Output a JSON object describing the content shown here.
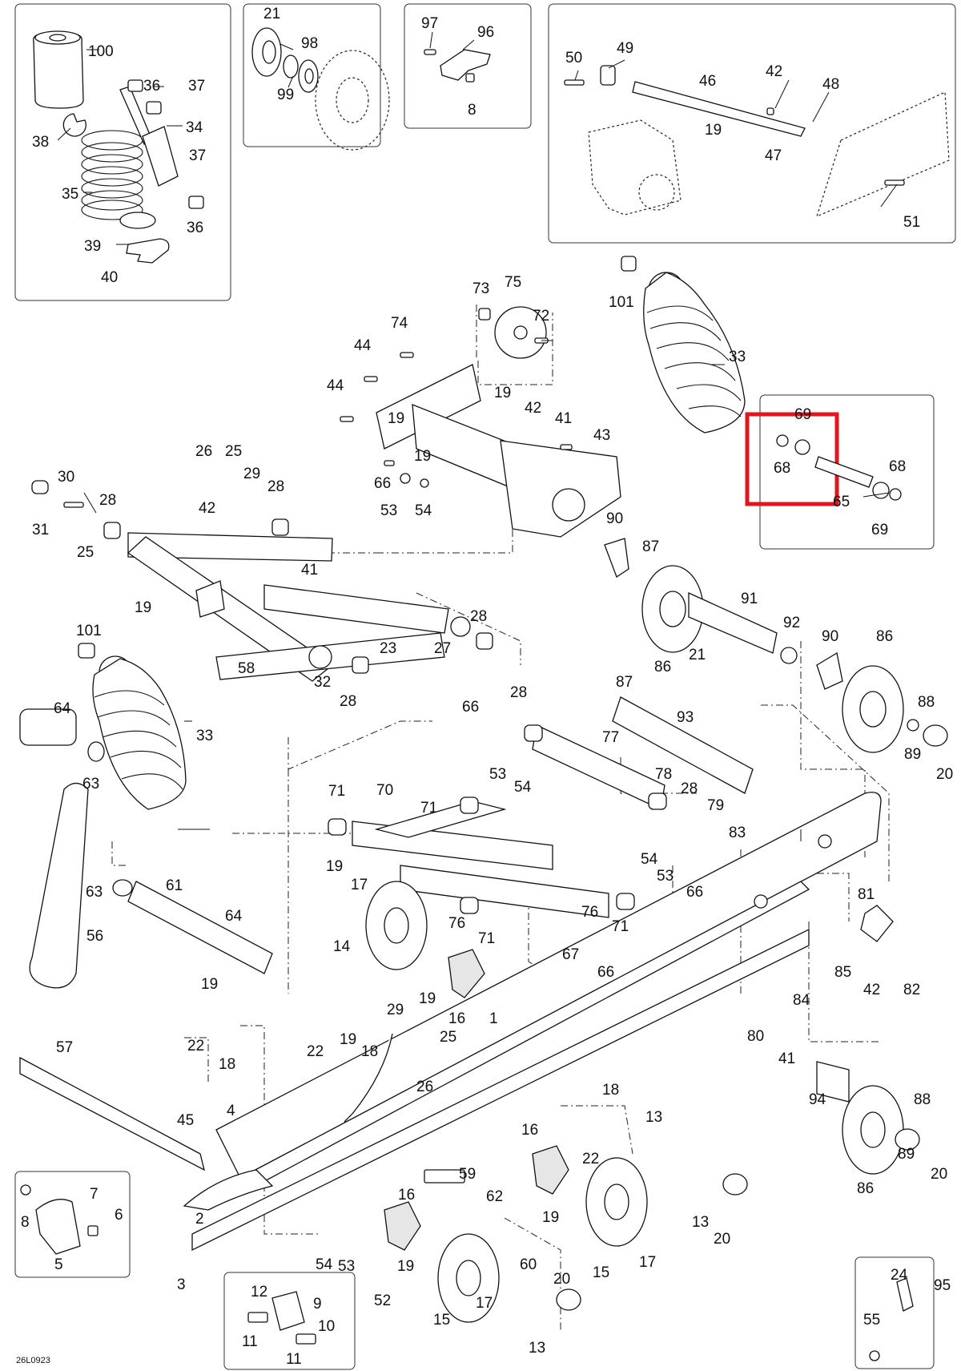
{
  "diagram": {
    "code": "26L0923",
    "highlight_color": "#e3161d",
    "labels": [
      {
        "id": "l100",
        "text": "100"
      },
      {
        "id": "l37a",
        "text": "37"
      },
      {
        "id": "l36a",
        "text": "36"
      },
      {
        "id": "l34",
        "text": "34"
      },
      {
        "id": "l38",
        "text": "38"
      },
      {
        "id": "l37b",
        "text": "37"
      },
      {
        "id": "l35",
        "text": "35"
      },
      {
        "id": "l36b",
        "text": "36"
      },
      {
        "id": "l39",
        "text": "39"
      },
      {
        "id": "l40",
        "text": "40"
      },
      {
        "id": "l21a",
        "text": "21"
      },
      {
        "id": "l98",
        "text": "98"
      },
      {
        "id": "l99",
        "text": "99"
      },
      {
        "id": "l97",
        "text": "97"
      },
      {
        "id": "l96",
        "text": "96"
      },
      {
        "id": "l8a",
        "text": "8"
      },
      {
        "id": "l50",
        "text": "50"
      },
      {
        "id": "l49",
        "text": "49"
      },
      {
        "id": "l46",
        "text": "46"
      },
      {
        "id": "l42a",
        "text": "42"
      },
      {
        "id": "l48",
        "text": "48"
      },
      {
        "id": "l19a",
        "text": "19"
      },
      {
        "id": "l47",
        "text": "47"
      },
      {
        "id": "l51",
        "text": "51"
      },
      {
        "id": "l73",
        "text": "73"
      },
      {
        "id": "l75",
        "text": "75"
      },
      {
        "id": "l72",
        "text": "72"
      },
      {
        "id": "l101a",
        "text": "101"
      },
      {
        "id": "l33a",
        "text": "33"
      },
      {
        "id": "l74",
        "text": "74"
      },
      {
        "id": "l44a",
        "text": "44"
      },
      {
        "id": "l44b",
        "text": "44"
      },
      {
        "id": "l19b",
        "text": "19"
      },
      {
        "id": "l42b",
        "text": "42"
      },
      {
        "id": "l19c",
        "text": "19"
      },
      {
        "id": "l41a",
        "text": "41"
      },
      {
        "id": "l19d",
        "text": "19"
      },
      {
        "id": "l43",
        "text": "43"
      },
      {
        "id": "l66a",
        "text": "66"
      },
      {
        "id": "l53a",
        "text": "53"
      },
      {
        "id": "l54a",
        "text": "54"
      },
      {
        "id": "l69a",
        "text": "69"
      },
      {
        "id": "l68a",
        "text": "68"
      },
      {
        "id": "l68b",
        "text": "68"
      },
      {
        "id": "l65",
        "text": "65"
      },
      {
        "id": "l69b",
        "text": "69"
      },
      {
        "id": "l26a",
        "text": "26"
      },
      {
        "id": "l25a",
        "text": "25"
      },
      {
        "id": "l29a",
        "text": "29"
      },
      {
        "id": "l28a",
        "text": "28"
      },
      {
        "id": "l30",
        "text": "30"
      },
      {
        "id": "l28b",
        "text": "28"
      },
      {
        "id": "l42c",
        "text": "42"
      },
      {
        "id": "l31",
        "text": "31"
      },
      {
        "id": "l25b",
        "text": "25"
      },
      {
        "id": "l41b",
        "text": "41"
      },
      {
        "id": "l19e",
        "text": "19"
      },
      {
        "id": "l101b",
        "text": "101"
      },
      {
        "id": "l28c",
        "text": "28"
      },
      {
        "id": "l58",
        "text": "58"
      },
      {
        "id": "l23",
        "text": "23"
      },
      {
        "id": "l27",
        "text": "27"
      },
      {
        "id": "l32",
        "text": "32"
      },
      {
        "id": "l28d",
        "text": "28"
      },
      {
        "id": "l33b",
        "text": "33"
      },
      {
        "id": "l64a",
        "text": "64"
      },
      {
        "id": "l63a",
        "text": "63"
      },
      {
        "id": "l90a",
        "text": "90"
      },
      {
        "id": "l87a",
        "text": "87"
      },
      {
        "id": "l91",
        "text": "91"
      },
      {
        "id": "l92",
        "text": "92"
      },
      {
        "id": "l86a",
        "text": "86"
      },
      {
        "id": "l21b",
        "text": "21"
      },
      {
        "id": "l90b",
        "text": "90"
      },
      {
        "id": "l86b",
        "text": "86"
      },
      {
        "id": "l88a",
        "text": "88"
      },
      {
        "id": "l89a",
        "text": "89"
      },
      {
        "id": "l20a",
        "text": "20"
      },
      {
        "id": "l66b",
        "text": "66"
      },
      {
        "id": "l28e",
        "text": "28"
      },
      {
        "id": "l87b",
        "text": "87"
      },
      {
        "id": "l93",
        "text": "93"
      },
      {
        "id": "l77",
        "text": "77"
      },
      {
        "id": "l53b",
        "text": "53"
      },
      {
        "id": "l54b",
        "text": "54"
      },
      {
        "id": "l78",
        "text": "78"
      },
      {
        "id": "l28f",
        "text": "28"
      },
      {
        "id": "l79",
        "text": "79"
      },
      {
        "id": "l83",
        "text": "83"
      },
      {
        "id": "l71a",
        "text": "71"
      },
      {
        "id": "l70",
        "text": "70"
      },
      {
        "id": "l71b",
        "text": "71"
      },
      {
        "id": "l54c",
        "text": "54"
      },
      {
        "id": "l53c",
        "text": "53"
      },
      {
        "id": "l66c",
        "text": "66"
      },
      {
        "id": "l19f",
        "text": "19"
      },
      {
        "id": "l17a",
        "text": "17"
      },
      {
        "id": "l76a",
        "text": "76"
      },
      {
        "id": "l76b",
        "text": "76"
      },
      {
        "id": "l71c",
        "text": "71"
      },
      {
        "id": "l71d",
        "text": "71"
      },
      {
        "id": "l14",
        "text": "14"
      },
      {
        "id": "l67",
        "text": "67"
      },
      {
        "id": "l66d",
        "text": "66"
      },
      {
        "id": "l81",
        "text": "81"
      },
      {
        "id": "l85",
        "text": "85"
      },
      {
        "id": "l42d",
        "text": "42"
      },
      {
        "id": "l82",
        "text": "82"
      },
      {
        "id": "l84",
        "text": "84"
      },
      {
        "id": "l63b",
        "text": "63"
      },
      {
        "id": "l61",
        "text": "61"
      },
      {
        "id": "l64b",
        "text": "64"
      },
      {
        "id": "l56",
        "text": "56"
      },
      {
        "id": "l19g",
        "text": "19"
      },
      {
        "id": "l16a",
        "text": "16"
      },
      {
        "id": "l1",
        "text": "1"
      },
      {
        "id": "l29b",
        "text": "29"
      },
      {
        "id": "l25c",
        "text": "25"
      },
      {
        "id": "l26b",
        "text": "26"
      },
      {
        "id": "l80",
        "text": "80"
      },
      {
        "id": "l41c",
        "text": "41"
      },
      {
        "id": "l19h",
        "text": "19"
      },
      {
        "id": "l22a",
        "text": "22"
      },
      {
        "id": "l18a",
        "text": "18"
      },
      {
        "id": "l57",
        "text": "57"
      },
      {
        "id": "l22b",
        "text": "22"
      },
      {
        "id": "l19i",
        "text": "19"
      },
      {
        "id": "l18b",
        "text": "18"
      },
      {
        "id": "l94",
        "text": "94"
      },
      {
        "id": "l88b",
        "text": "88"
      },
      {
        "id": "l89b",
        "text": "89"
      },
      {
        "id": "l86c",
        "text": "86"
      },
      {
        "id": "l20b",
        "text": "20"
      },
      {
        "id": "l18c",
        "text": "18"
      },
      {
        "id": "l13a",
        "text": "13"
      },
      {
        "id": "l22c",
        "text": "22"
      },
      {
        "id": "l45",
        "text": "45"
      },
      {
        "id": "l4",
        "text": "4"
      },
      {
        "id": "l16b",
        "text": "16"
      },
      {
        "id": "l59",
        "text": "59"
      },
      {
        "id": "l62",
        "text": "62"
      },
      {
        "id": "l19j",
        "text": "19"
      },
      {
        "id": "l16c",
        "text": "16"
      },
      {
        "id": "l13b",
        "text": "13"
      },
      {
        "id": "l20c",
        "text": "20"
      },
      {
        "id": "l7",
        "text": "7"
      },
      {
        "id": "l8b",
        "text": "8"
      },
      {
        "id": "l6",
        "text": "6"
      },
      {
        "id": "l5",
        "text": "5"
      },
      {
        "id": "l2",
        "text": "2"
      },
      {
        "id": "l60",
        "text": "60"
      },
      {
        "id": "l15a",
        "text": "15"
      },
      {
        "id": "l17b",
        "text": "17"
      },
      {
        "id": "l54d",
        "text": "54"
      },
      {
        "id": "l53d",
        "text": "53"
      },
      {
        "id": "l19k",
        "text": "19"
      },
      {
        "id": "l52",
        "text": "52"
      },
      {
        "id": "l3",
        "text": "3"
      },
      {
        "id": "l12",
        "text": "12"
      },
      {
        "id": "l9",
        "text": "9"
      },
      {
        "id": "l10",
        "text": "10"
      },
      {
        "id": "l11a",
        "text": "11"
      },
      {
        "id": "l11b",
        "text": "11"
      },
      {
        "id": "l20d",
        "text": "20"
      },
      {
        "id": "l17c",
        "text": "17"
      },
      {
        "id": "l15b",
        "text": "15"
      },
      {
        "id": "l13c",
        "text": "13"
      },
      {
        "id": "l24",
        "text": "24"
      },
      {
        "id": "l95",
        "text": "95"
      },
      {
        "id": "l55",
        "text": "55"
      }
    ]
  }
}
